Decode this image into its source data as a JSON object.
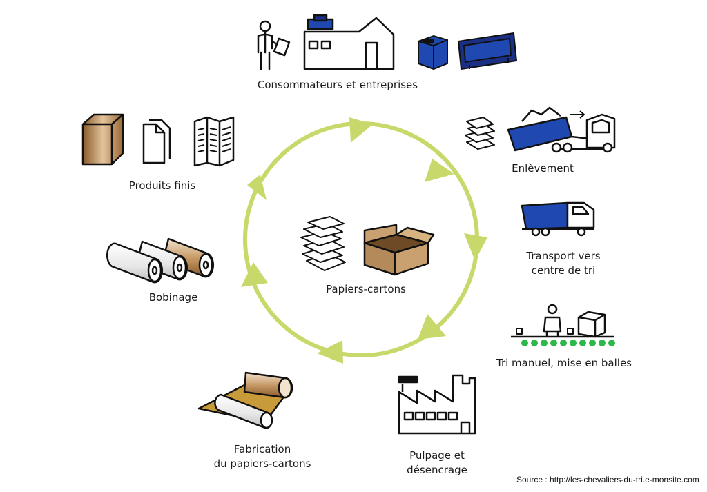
{
  "colors": {
    "cycle": "#c9d86a",
    "blue": "#1f49b0",
    "dark_blue": "#1b2f85",
    "stroke": "#111111",
    "kraft": "#b5824a",
    "kraft_dark": "#8a5a2a",
    "green_dot": "#2db84a"
  },
  "nodes": {
    "consumers": {
      "label": "Consommateurs et entreprises",
      "icons": [
        "person-clipboard-icon",
        "building-icon",
        "bin-icon",
        "container-icon"
      ]
    },
    "collection": {
      "label": "Enlèvement",
      "icons": [
        "paper-stack-icon",
        "collection-truck-icon"
      ]
    },
    "transport": {
      "label_line1": "Transport vers",
      "label_line2": "centre de tri",
      "icons": [
        "truck-icon"
      ]
    },
    "sorting": {
      "label": "Tri manuel, mise en balles",
      "icons": [
        "sorting-worker-icon",
        "bale-icon",
        "conveyor-icon"
      ]
    },
    "pulping": {
      "label_line1": "Pulpage et",
      "label_line2": "désencrage",
      "icons": [
        "factory-icon"
      ]
    },
    "manufacturing": {
      "label_line1": "Fabrication",
      "label_line2": "du papiers-cartons",
      "icons": [
        "paper-machine-icon"
      ]
    },
    "winding": {
      "label": "Bobinage",
      "icons": [
        "paper-rolls-icon"
      ]
    },
    "finished": {
      "label": "Produits finis",
      "icons": [
        "book-icon",
        "documents-icon",
        "newspaper-icon"
      ]
    },
    "center": {
      "label": "Papiers-cartons",
      "icons": [
        "paper-pile-icon",
        "cardboard-box-icon"
      ]
    }
  },
  "source": "Source : http://les-chevaliers-du-tri.e-monsite.com"
}
